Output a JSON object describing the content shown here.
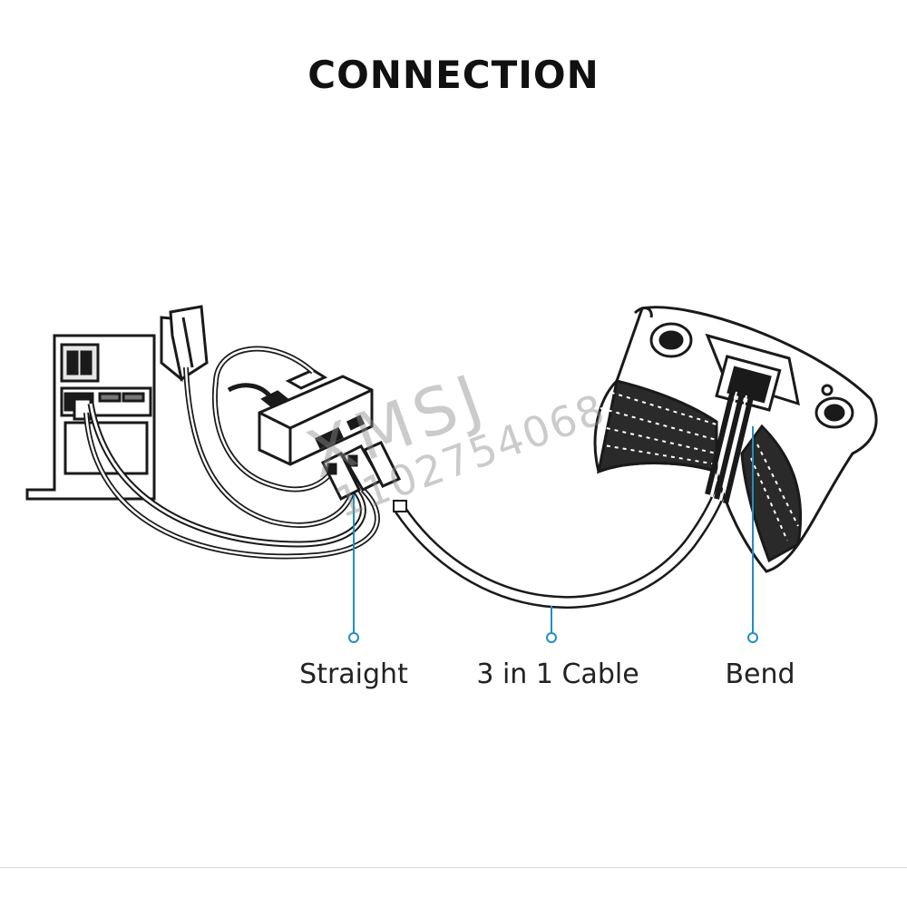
{
  "title": "CONNECTION",
  "labels": {
    "straight": "Straight",
    "cable": "3 in 1 Cable",
    "bend": "Bend"
  },
  "watermark": {
    "brand": "XMSJ",
    "number": "1102754068"
  },
  "colors": {
    "line": "#1a1a1a",
    "callout": "#1f8fc0",
    "background": "#ffffff"
  },
  "icons": [
    "pc-tower-icon",
    "power-adapter-icon",
    "breakout-box-icon",
    "vr-headset-icon"
  ]
}
